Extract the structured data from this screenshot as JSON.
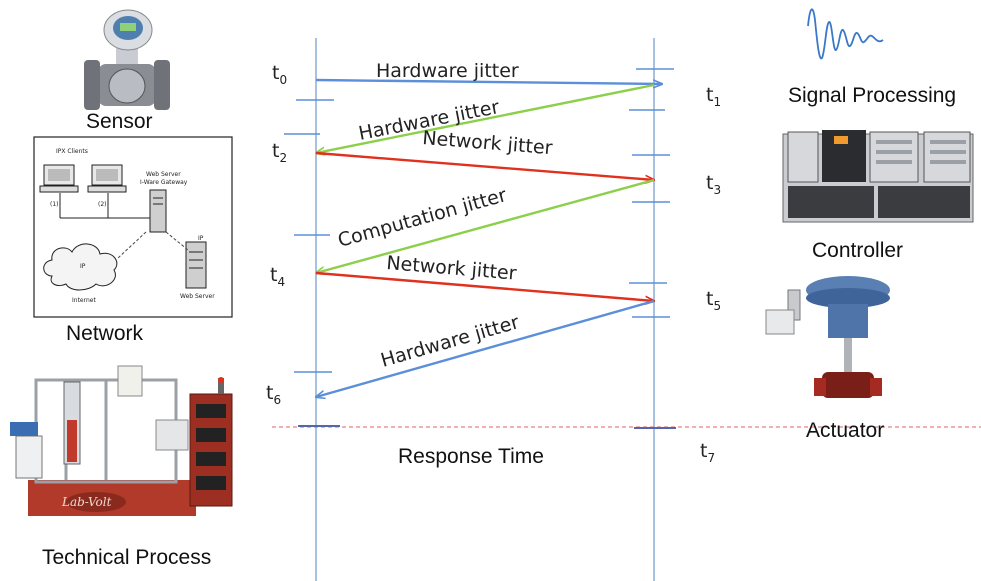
{
  "labels": {
    "sensor": "Sensor",
    "network": "Network",
    "technical_process": "Technical Process",
    "signal_processing": "Signal Processing",
    "controller": "Controller",
    "actuator": "Actuator",
    "response_time": "Response Time"
  },
  "time_labels": [
    {
      "base": "t",
      "sub": "0"
    },
    {
      "base": "t",
      "sub": "1"
    },
    {
      "base": "t",
      "sub": "2"
    },
    {
      "base": "t",
      "sub": "3"
    },
    {
      "base": "t",
      "sub": "4"
    },
    {
      "base": "t",
      "sub": "5"
    },
    {
      "base": "t",
      "sub": "6"
    },
    {
      "base": "t",
      "sub": "7"
    }
  ],
  "messages": [
    {
      "label": "Hardware jitter"
    },
    {
      "label": "Hardware jitter"
    },
    {
      "label": "Network jitter"
    },
    {
      "label": "Computation jitter"
    },
    {
      "label": "Network jitter"
    },
    {
      "label": "Hardware jitter"
    }
  ],
  "network_drawing": {
    "clients": "IPX Clients",
    "gateway": "Web Server\nI-Ware Gateway",
    "internet": "Internet",
    "webserver": "Web Server",
    "node1": "(1)",
    "node2": "(2)",
    "cloud": "IP",
    "ip": "IP"
  },
  "colors": {
    "blue": "#5b8fd9",
    "green": "#8ccf4a",
    "red": "#e0301e",
    "timeline": "#8fb3d9",
    "dashed": "#e06060"
  }
}
